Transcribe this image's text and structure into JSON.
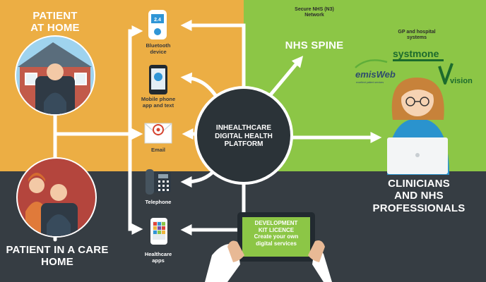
{
  "headings": {
    "patient_at_home": "PATIENT\nAT HOME",
    "patient_care_home": "PATIENT IN A CARE\nHOME",
    "platform": "INHEALTHCARE\nDIGITAL HEALTH\nPLATFORM",
    "nhs_spine": "NHS SPINE",
    "clinicians": "CLINICIANS\nAND NHS\nPROFESSIONALS"
  },
  "network_label": "Secure NHS (N3)\nNetwork",
  "gp_label": "GP and hospital\nsystems",
  "devices": [
    {
      "label": "Bluetooth\ndevice",
      "icon": "bluetooth-device-icon"
    },
    {
      "label": "Mobile phone\napp and text",
      "icon": "mobile-phone-icon"
    },
    {
      "label": "Email",
      "icon": "email-icon"
    },
    {
      "label": "Telephone",
      "icon": "telephone-icon"
    },
    {
      "label": "Healthcare\napps",
      "icon": "healthcare-apps-icon"
    }
  ],
  "bluetooth_reading": "2.4",
  "logos": {
    "emis": "emisWeb",
    "emis_tagline": "excellent patient services",
    "systmone": "systmone",
    "vision": "vision"
  },
  "tablet": "DEVELOPMENT\nKIT LICENCE\nCreate your own\ndigital services",
  "colors": {
    "orange": "#ecae44",
    "green": "#8cc646",
    "dark": "#363d43",
    "circle": "#2b3338"
  }
}
